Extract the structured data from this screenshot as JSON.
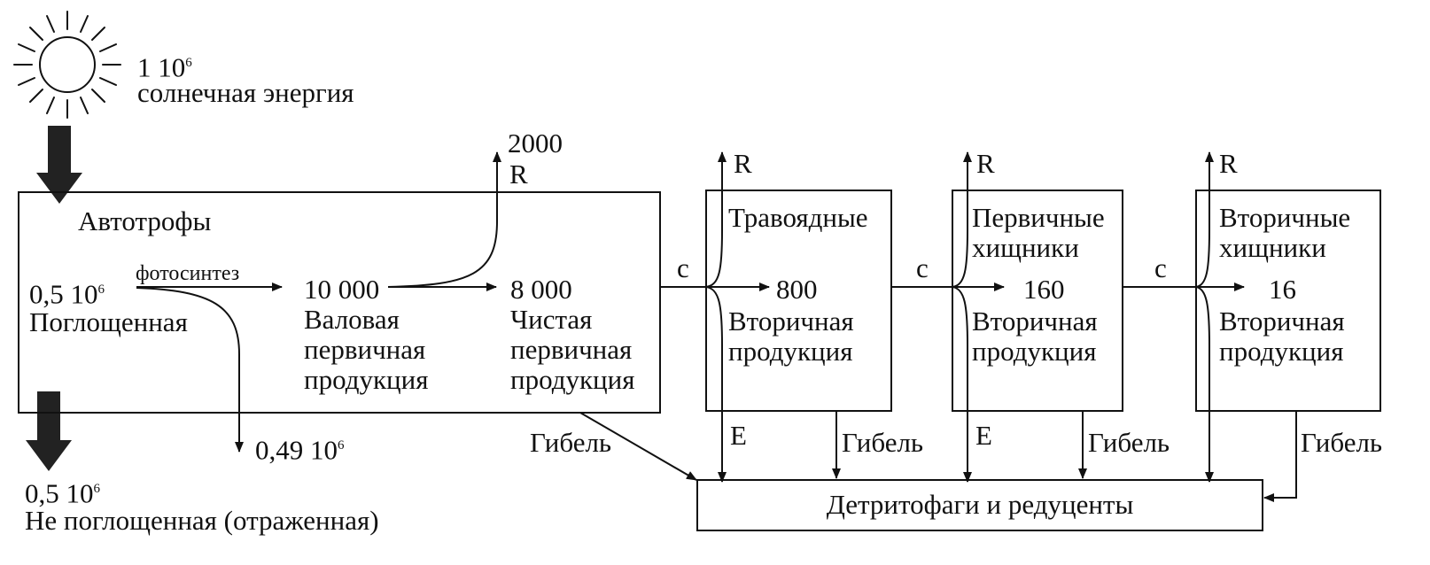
{
  "sun": {
    "value_base": "1 10",
    "value_exp": "6",
    "label": "солнечная энергия"
  },
  "autotrophs": {
    "title": "Автотрофы",
    "absorbed_base": "0,5 10",
    "absorbed_exp": "6",
    "absorbed_label": "Поглощенная",
    "photosynthesis": "фотосинтез",
    "gross_value": "10 000",
    "gross_label": [
      "Валовая",
      "первичная",
      "продукция"
    ],
    "net_value": "8 000",
    "net_label": [
      "Чистая",
      "первичная",
      "продукция"
    ],
    "respiration_value": "2000",
    "respiration_label": "R",
    "loss_base": "0,49 10",
    "loss_exp": "6"
  },
  "reflected": {
    "value_base": "0,5 10",
    "value_exp": "6",
    "label": "Не поглощенная (отраженная)"
  },
  "levels": [
    {
      "title": [
        "Травоядные"
      ],
      "value": "800",
      "label": [
        "Вторичная",
        "продукция"
      ]
    },
    {
      "title": [
        "Первичные",
        "хищники"
      ],
      "value": "160",
      "label": [
        "Вторичная",
        "продукция"
      ]
    },
    {
      "title": [
        "Вторичные",
        "хищники"
      ],
      "value": "16",
      "label": [
        "Вторичная",
        "продукция"
      ]
    }
  ],
  "flow_labels": {
    "consumption": "с",
    "respiration": "R",
    "egestion": "E",
    "death": "Гибель"
  },
  "detritivores": "Детритофаги и редуценты"
}
